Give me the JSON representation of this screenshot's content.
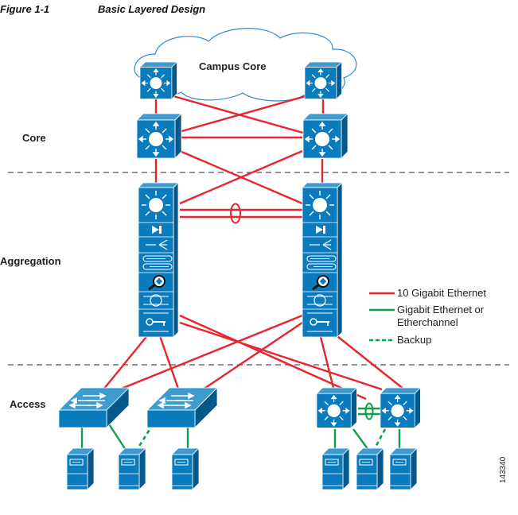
{
  "figure": {
    "number": "Figure 1-1",
    "title": "Basic Layered Design",
    "figure_id": "143340"
  },
  "cloud": {
    "label": "Campus Core"
  },
  "layers": [
    {
      "id": "core",
      "label": "Core"
    },
    {
      "id": "aggregation",
      "label": "Aggregation"
    },
    {
      "id": "access",
      "label": "Access"
    }
  ],
  "legend": [
    {
      "label": "10 Gigabit Ethernet",
      "style": "solid",
      "color": "#e8242d"
    },
    {
      "label": "Gigabit Ethernet or Etherchannel",
      "lines": [
        "Gigabit Ethernet or",
        "Etherchannel"
      ],
      "style": "solid",
      "color": "#0f9d4e"
    },
    {
      "label": "Backup",
      "style": "dashed",
      "color": "#0f9d4e"
    }
  ],
  "colors": {
    "device": "#0a7bbd",
    "device_dark": "#07588a",
    "device_light": "#3d9bd0",
    "ten_gig": "#e8242d",
    "gig": "#0f9d4e",
    "divider": "#555555"
  },
  "devices": {
    "campus_core": [
      "multilayer-switch",
      "multilayer-switch"
    ],
    "core": [
      "multilayer-switch",
      "multilayer-switch"
    ],
    "aggregation": [
      {
        "type": "service-chassis",
        "modules": [
          "multilayer-switch",
          "firewall",
          "load-balancer",
          "ssl-offload",
          "ids",
          "cache",
          "vpn"
        ]
      },
      {
        "type": "service-chassis",
        "modules": [
          "multilayer-switch",
          "firewall",
          "load-balancer",
          "ssl-offload",
          "ids",
          "cache",
          "vpn"
        ]
      }
    ],
    "access": [
      "layer2-switch",
      "layer2-switch",
      "multilayer-switch",
      "multilayer-switch"
    ],
    "servers": 6
  },
  "links": {
    "ten_gig": "core-to-core full mesh; core-to-aggregation cross links; aggregation inter-switch etherchannel; aggregation-to-access uplinks",
    "gig": "access-to-server links; access multilayer pair etherchannel",
    "backup": "secondary server connections"
  }
}
